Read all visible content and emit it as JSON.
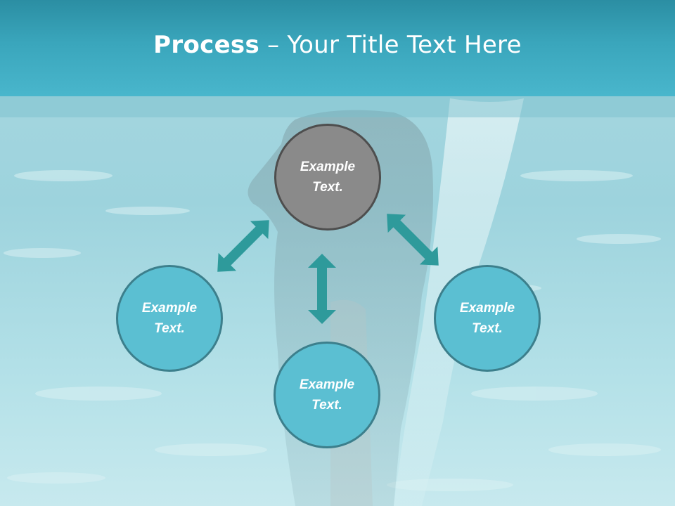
{
  "title": {
    "bold": "Process",
    "separator": " – ",
    "rest": "Your Title Text Here"
  },
  "nodes": {
    "top": {
      "line1": "Example",
      "line2": "Text."
    },
    "left": {
      "line1": "Example",
      "line2": "Text."
    },
    "bottom": {
      "line1": "Example",
      "line2": "Text."
    },
    "right": {
      "line1": "Example",
      "line2": "Text."
    }
  },
  "colors": {
    "header": "#3aa6bc",
    "node_fill": "#5bbfd2",
    "node_border": "#3c7f8c",
    "center_fill": "#8a8a8a",
    "center_border": "#4e4e4e",
    "arrow": "#2e9a9b"
  }
}
